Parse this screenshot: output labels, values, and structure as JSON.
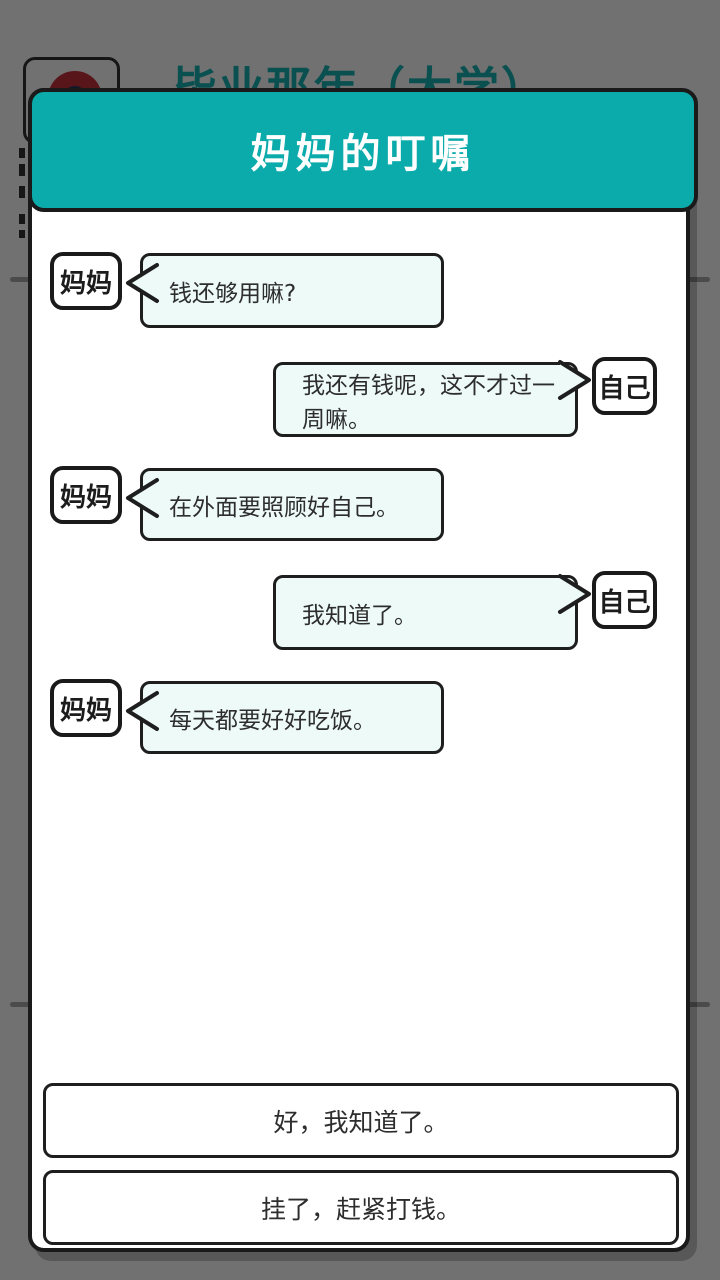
{
  "background": {
    "title": "毕业那年（大学）"
  },
  "dialog": {
    "title": "妈妈的叮嘱",
    "messages": [
      {
        "speaker": "妈妈",
        "side": "left",
        "text": "钱还够用嘛?"
      },
      {
        "speaker": "自己",
        "side": "right",
        "text": "我还有钱呢，这不才过一周嘛。"
      },
      {
        "speaker": "妈妈",
        "side": "left",
        "text": "在外面要照顾好自己。"
      },
      {
        "speaker": "自己",
        "side": "right",
        "text": "我知道了。"
      },
      {
        "speaker": "妈妈",
        "side": "left",
        "text": "每天都要好好吃饭。"
      }
    ],
    "choices": [
      {
        "label": "好，我知道了。"
      },
      {
        "label": "挂了，赶紧打钱。"
      }
    ]
  },
  "colors": {
    "accent": "#0cabab",
    "bubble_fill": "#edfaf7",
    "border_ink": "#1a1a1a",
    "dim_overlay": "rgba(0,0,0,0.555)",
    "background_title_teal": "#17b5b5"
  }
}
